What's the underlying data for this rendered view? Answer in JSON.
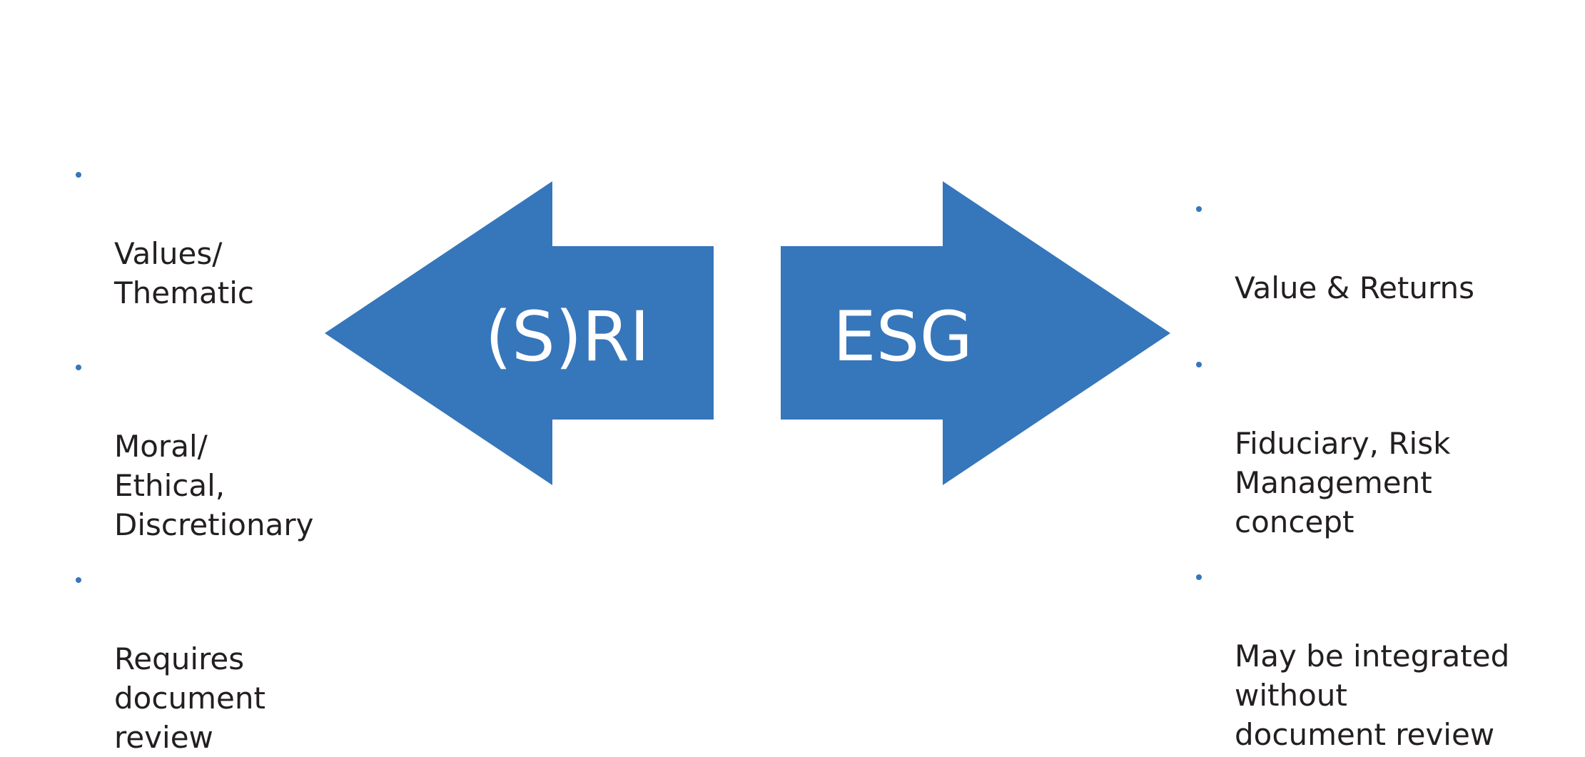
{
  "colors": {
    "arrow_fill": "#3676bb",
    "arrow_text": "#ffffff",
    "bullet": "#3676bb",
    "body_text": "#231f20"
  },
  "left_arrow": {
    "label": "(S)RI",
    "direction": "left"
  },
  "right_arrow": {
    "label": "ESG",
    "direction": "right"
  },
  "left_list": [
    "Values/\nThematic",
    "Moral/\nEthical,\nDiscretionary",
    "Requires\ndocument\nreview"
  ],
  "right_list": [
    "Value & Returns",
    "Fiduciary, Risk\nManagement\nconcept",
    "May be integrated\nwithout\ndocument review"
  ]
}
